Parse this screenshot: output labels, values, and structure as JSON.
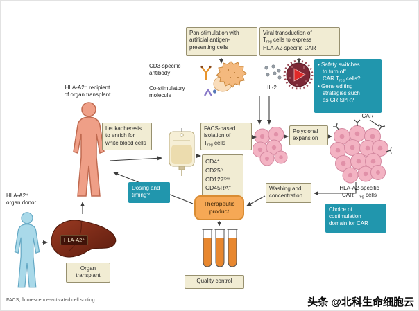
{
  "diagram": {
    "footnote": "FACS, fluorescence-activated cell sorting.",
    "watermark": "头条 @北科生命细胞云",
    "colors": {
      "beige_box": "#f1ecd3",
      "teal_box": "#2196ad",
      "orange_box": "#f6a855",
      "cell_pink": "#f3b3c3",
      "recipient_skin": "#ef9f87",
      "donor_blue": "#a9d9e9",
      "liver": "#7e2a16",
      "tube_liquid": "#e8872e"
    },
    "labels": {
      "recipient": {
        "l1": "HLA-A2⁻ recipient",
        "l2": "of organ transplant"
      },
      "donor": {
        "l1": "HLA-A2⁺",
        "l2": "organ donor"
      },
      "cd3": {
        "l1": "CD3-specific",
        "l2": "antibody"
      },
      "costim": {
        "l1": "Co-stimulatory",
        "l2": "molecule"
      },
      "il2": "IL-2",
      "car": "CAR",
      "car_treg": {
        "l1": "HLA-A2-specific",
        "l2a": "CAR T",
        "l2sub": "reg",
        "l2b": " cells"
      },
      "liver_tag": "HLA-A2⁺"
    },
    "boxes": {
      "pan_stim": {
        "l1": "Pan-stimulation with",
        "l2": "artificial antigen-",
        "l3": "presenting cells"
      },
      "viral": {
        "l1": "Viral transduction of",
        "l2a": "T",
        "l2sub": "reg",
        "l2b": " cells to express",
        "l3": "HLA-A2-specific CAR"
      },
      "leukapheresis": {
        "l1": "Leukapheresis",
        "l2": "to enrich for",
        "l3": "white blood cells"
      },
      "facs": {
        "l1": "FACS-based",
        "l2": "isolation of",
        "l3a": "T",
        "l3sub": "reg",
        "l3b": " cells"
      },
      "markers": {
        "m1": "CD4",
        "m1s": "+",
        "m2": "CD25",
        "m2s": "hi",
        "m3": "CD127",
        "m3s": "low",
        "m4": "CD45RA",
        "m4s": "+"
      },
      "polyclonal": {
        "l1": "Polyclonal",
        "l2": "expansion"
      },
      "washing": {
        "l1": "Washing and",
        "l2": "concentration"
      },
      "dosing": {
        "l1": "Dosing and",
        "l2": "timing?"
      },
      "therapeutic": {
        "l1": "Therapeutic",
        "l2": "product"
      },
      "quality": {
        "l1": "Quality control"
      },
      "organ_transplant": {
        "l1": "Organ",
        "l2": "transplant"
      },
      "safety": {
        "bullet": "•",
        "b1l1": "Safety switches",
        "b1l2": "to turn off",
        "b1l3a": "CAR T",
        "b1l3sub": "reg",
        "b1l3b": " cells?",
        "b2l1": "Gene editing",
        "b2l2": "strategies such",
        "b2l3": "as CRISPR?"
      },
      "choice": {
        "l1": "Choice of",
        "l2": "costimulation",
        "l3": "domain for CAR"
      }
    }
  }
}
